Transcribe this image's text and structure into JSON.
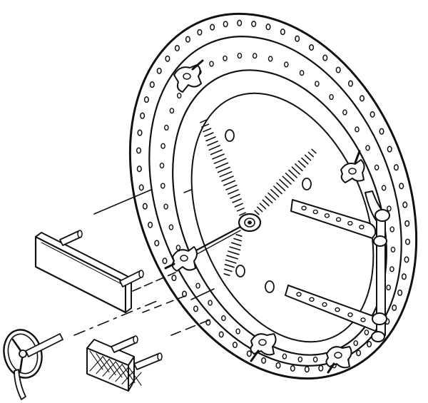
{
  "drawing": {
    "colors": {
      "ink": "#111111",
      "paper": "#ffffff"
    },
    "parts": [
      "hatch-door-ring",
      "inner-door-plate",
      "hinge-arms",
      "clamp-dogs",
      "central-hub",
      "rectangular-cover-plate",
      "handwheel",
      "mesh-grille-block"
    ]
  }
}
